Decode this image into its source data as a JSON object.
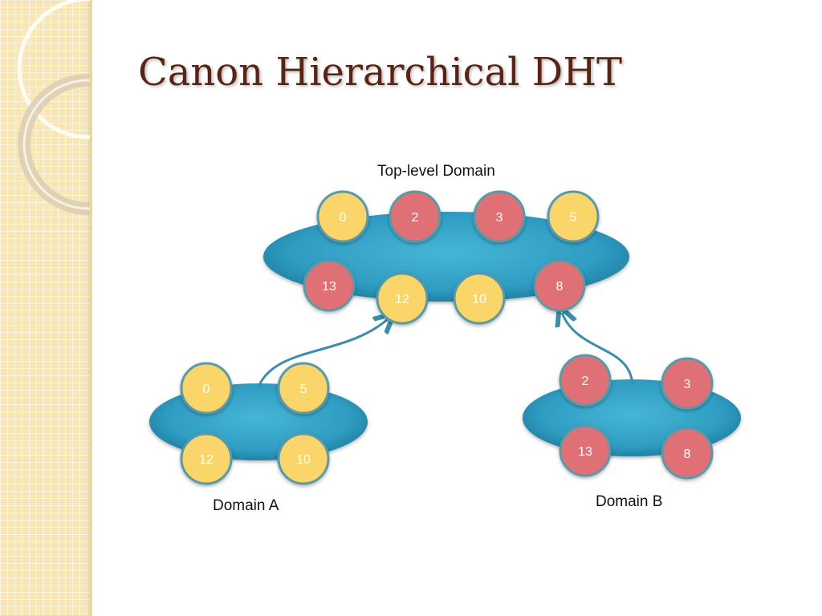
{
  "title": "Canon Hierarchical DHT",
  "domains": {
    "top": {
      "label": "Top-level Domain",
      "nodes": [
        {
          "id": "0",
          "kind": "yellow"
        },
        {
          "id": "2",
          "kind": "red"
        },
        {
          "id": "3",
          "kind": "red"
        },
        {
          "id": "5",
          "kind": "yellow"
        },
        {
          "id": "13",
          "kind": "red"
        },
        {
          "id": "12",
          "kind": "yellow"
        },
        {
          "id": "10",
          "kind": "yellow"
        },
        {
          "id": "8",
          "kind": "red"
        }
      ]
    },
    "a": {
      "label": "Domain A",
      "nodes": [
        {
          "id": "0",
          "kind": "yellow"
        },
        {
          "id": "5",
          "kind": "yellow"
        },
        {
          "id": "12",
          "kind": "yellow"
        },
        {
          "id": "10",
          "kind": "yellow"
        }
      ]
    },
    "b": {
      "label": "Domain B",
      "nodes": [
        {
          "id": "2",
          "kind": "red"
        },
        {
          "id": "3",
          "kind": "red"
        },
        {
          "id": "13",
          "kind": "red"
        },
        {
          "id": "8",
          "kind": "red"
        }
      ]
    }
  },
  "colors": {
    "ellipse": "#2f9cc2",
    "ellipse_dark": "#1f7fa3",
    "yellow_node": "#f9d56b",
    "red_node": "#df6f74",
    "node_stroke": "#5a9aa8",
    "node_text": "#ffffff",
    "arrow": "#3a8fa8",
    "title": "#5a2414"
  }
}
